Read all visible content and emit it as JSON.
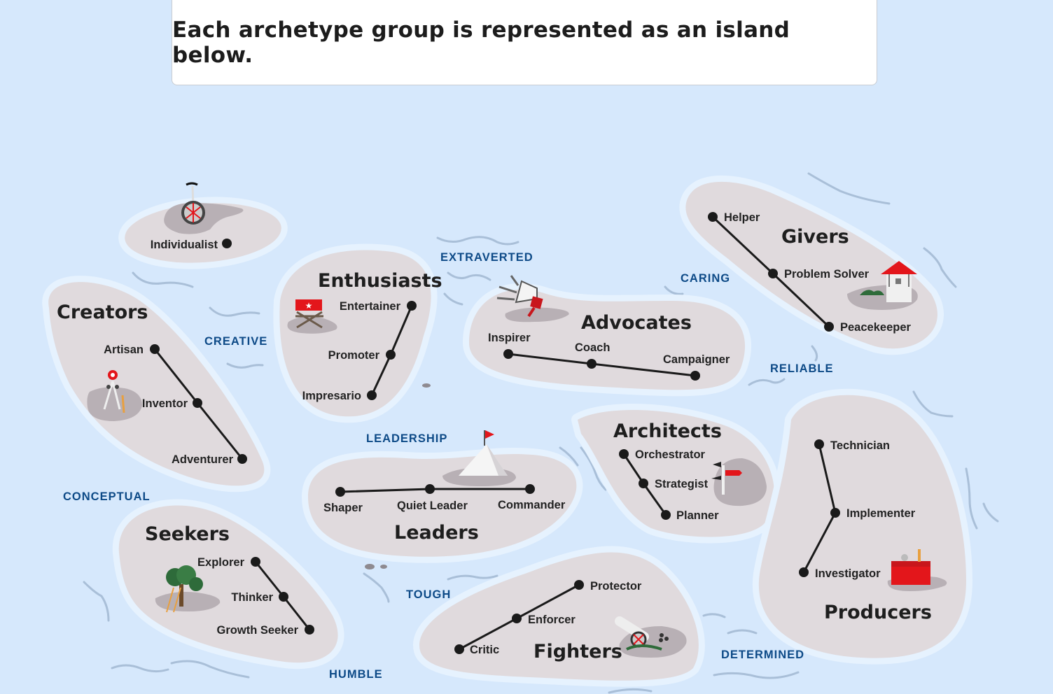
{
  "header": {
    "title": "Each archetype group is represented as an island below."
  },
  "traits": [
    "EXTRAVERTED",
    "CARING",
    "CREATIVE",
    "RELIABLE",
    "LEADERSHIP",
    "CONCEPTUAL",
    "TOUGH",
    "DETERMINED",
    "HUMBLE"
  ],
  "islands": {
    "individualist": {
      "members": [
        "Individualist"
      ],
      "icon": "unicycle-icon"
    },
    "creators": {
      "name": "Creators",
      "members": [
        "Artisan",
        "Inventor",
        "Adventurer"
      ],
      "icon": "compass-icon"
    },
    "enthusiasts": {
      "name": "Enthusiasts",
      "members": [
        "Entertainer",
        "Promoter",
        "Impresario"
      ],
      "icon": "directors-chair-icon"
    },
    "advocates": {
      "name": "Advocates",
      "members": [
        "Inspirer",
        "Coach",
        "Campaigner"
      ],
      "icon": "megaphone-icon"
    },
    "givers": {
      "name": "Givers",
      "members": [
        "Helper",
        "Problem Solver",
        "Peacekeeper"
      ],
      "icon": "wishing-well-icon"
    },
    "leaders": {
      "name": "Leaders",
      "members": [
        "Shaper",
        "Quiet Leader",
        "Commander"
      ],
      "icon": "mountain-flag-icon"
    },
    "architects": {
      "name": "Architects",
      "members": [
        "Orchestrator",
        "Strategist",
        "Planner"
      ],
      "icon": "signpost-icon"
    },
    "producers": {
      "name": "Producers",
      "members": [
        "Technician",
        "Implementer",
        "Investigator"
      ],
      "icon": "toolbox-icon"
    },
    "seekers": {
      "name": "Seekers",
      "members": [
        "Explorer",
        "Thinker",
        "Growth Seeker"
      ],
      "icon": "tree-ladder-icon"
    },
    "fighters": {
      "name": "Fighters",
      "members": [
        "Protector",
        "Enforcer",
        "Critic"
      ],
      "icon": "cannon-icon"
    }
  },
  "colors": {
    "water": "#d6e8fc",
    "shore": "#e6f2fe",
    "land": "#e0dadd",
    "trait": "#0d4a87",
    "accent": "#e3161b"
  }
}
